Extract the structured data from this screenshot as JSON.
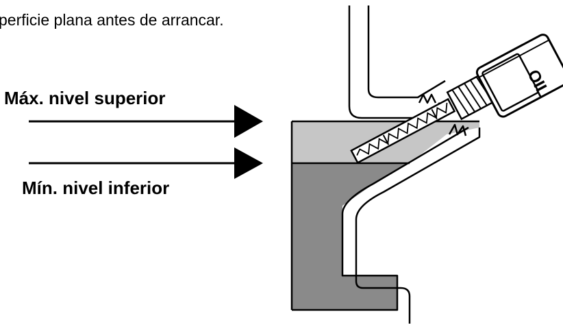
{
  "header": {
    "text": "perficie plana antes de arrancar."
  },
  "labels": {
    "max": "Máx. nivel superior",
    "min": "Mín. nivel inferior"
  },
  "cap": {
    "text": "OIL"
  },
  "colors": {
    "upper_band": "#c6c6c6",
    "lower_band": "#8a8a8a",
    "outline": "#000000",
    "background": "#ffffff"
  }
}
